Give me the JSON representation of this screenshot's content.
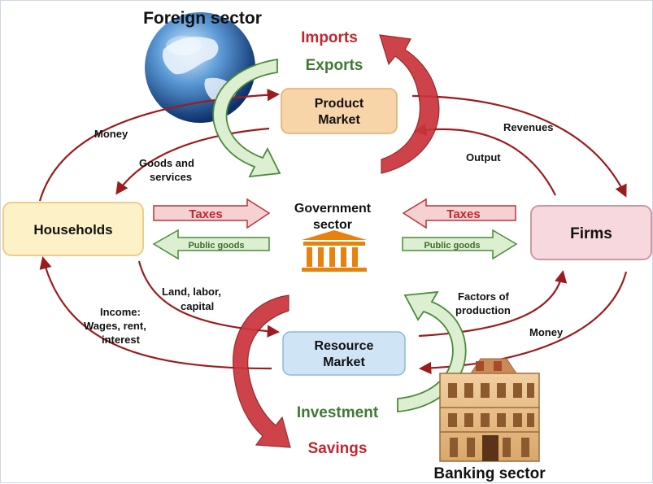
{
  "nodes": {
    "households": "Households",
    "firms": "Firms",
    "product_market": [
      "Product",
      "Market"
    ],
    "resource_market": [
      "Resource",
      "Market"
    ],
    "government": [
      "Government",
      "sector"
    ],
    "foreign": "Foreign sector",
    "banking": "Banking sector"
  },
  "flows": {
    "imports": "Imports",
    "exports": "Exports",
    "investment": "Investment",
    "savings": "Savings",
    "taxes_left": "Taxes",
    "taxes_right": "Taxes",
    "public_goods_left": "Public goods",
    "public_goods_right": "Public goods",
    "money_top": "Money",
    "goods_services": [
      "Goods and",
      "services"
    ],
    "revenues": "Revenues",
    "output": "Output",
    "land_labor": [
      "Land, labor,",
      "capital"
    ],
    "income": [
      "Income:",
      "Wages, rent,",
      "interest"
    ],
    "factors": [
      "Factors of",
      "production"
    ],
    "money_bottom": "Money"
  },
  "colors": {
    "dark_red": "#9b1c1f",
    "red_text": "#c0272d",
    "green_text": "#3f7a33",
    "product_market_fill": "#f8d4a9",
    "resource_market_fill": "#cfe4f5",
    "households_fill": "#fdf1c8",
    "firms_fill": "#f7d8de",
    "gov_orange": "#e8820f"
  }
}
